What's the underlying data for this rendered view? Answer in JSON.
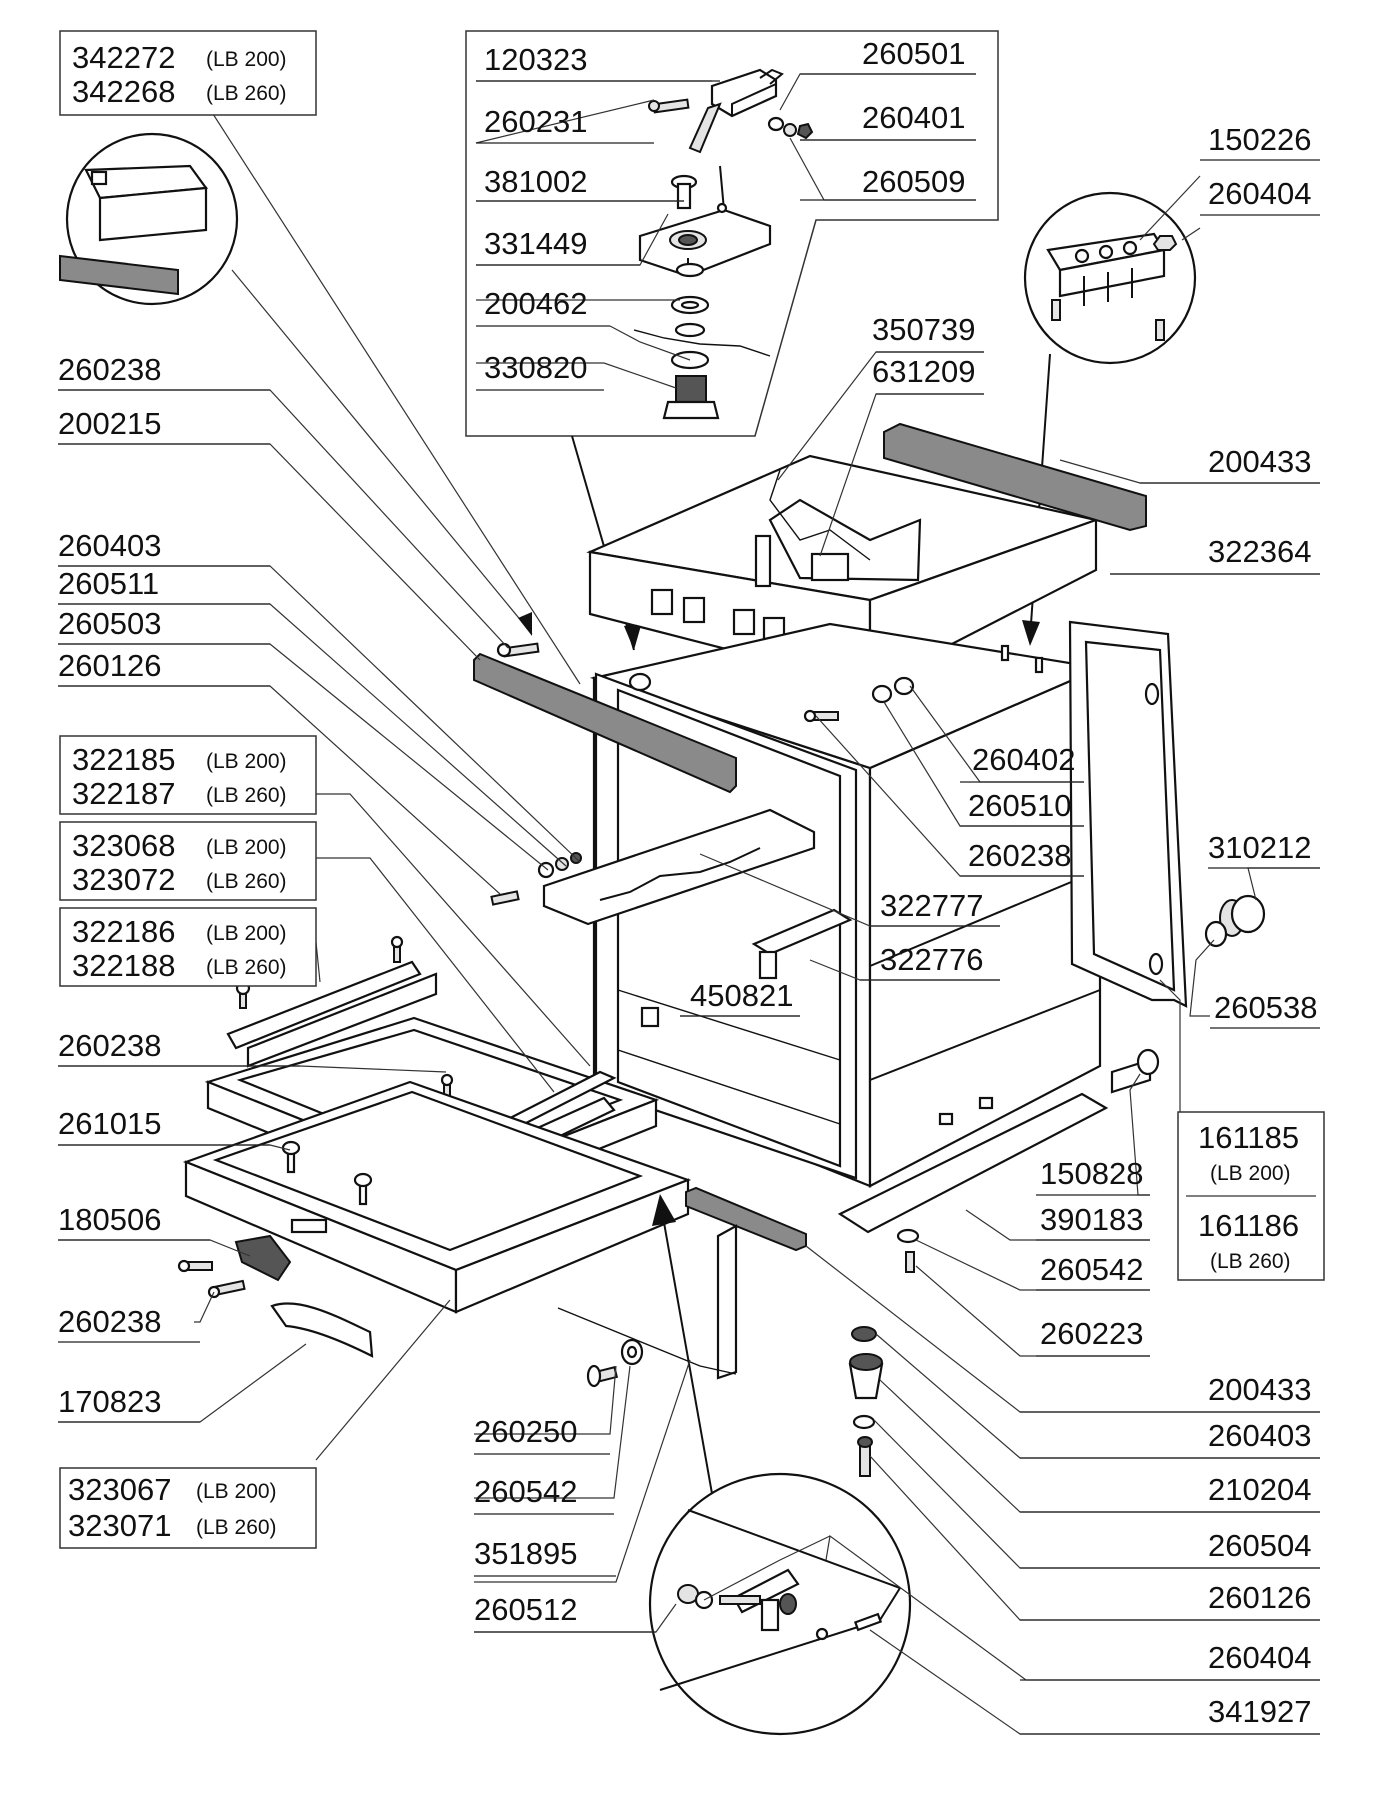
{
  "title": "",
  "labels": {
    "l01a": "342272",
    "l01b": "(LB 200)",
    "l01c": "342268",
    "l01d": "(LB 260)",
    "l02": "120323",
    "l03": "260501",
    "l04": "260231",
    "l05": "260401",
    "l06": "381002",
    "l07": "260509",
    "l08": "331449",
    "l09": "200462",
    "l10": "330820",
    "l11": "150226",
    "l12": "260404",
    "l13": "350739",
    "l14": "631209",
    "l15": "260238",
    "l16": "200215",
    "l17": "200433",
    "l18": "322364",
    "l19": "260403",
    "l20": "260511",
    "l21": "260503",
    "l22": "260126",
    "l23a": "322185",
    "l23b": "(LB 200)",
    "l23c": "322187",
    "l23d": "(LB 260)",
    "l24": "260402",
    "l25": "260510",
    "l26": "260238",
    "l27a": "323068",
    "l27b": "(LB 200)",
    "l27c": "323072",
    "l27d": "(LB 260)",
    "l28": "310212",
    "l29": "322777",
    "l30": "322776",
    "l31a": "322186",
    "l31b": "(LB 200)",
    "l31c": "322188",
    "l31d": "(LB 260)",
    "l32": "260538",
    "l33": "450821",
    "l34": "260238",
    "l35a": "161185",
    "l35b": "(LB 200)",
    "l35c": "161186",
    "l35d": "(LB 260)",
    "l36": "261015",
    "l37": "150828",
    "l38": "390183",
    "l39": "180506",
    "l40": "260542",
    "l41": "260223",
    "l42": "260238",
    "l43": "170823",
    "l44": "200433",
    "l45": "260403",
    "l46": "260250",
    "l47": "210204",
    "l48": "260542",
    "l49a": "323067",
    "l49b": "(LB 200)",
    "l49c": "323071",
    "l49d": "(LB 260)",
    "l50": "260504",
    "l51": "351895",
    "l52": "260126",
    "l53": "260512",
    "l54": "260404",
    "l55": "341927"
  }
}
